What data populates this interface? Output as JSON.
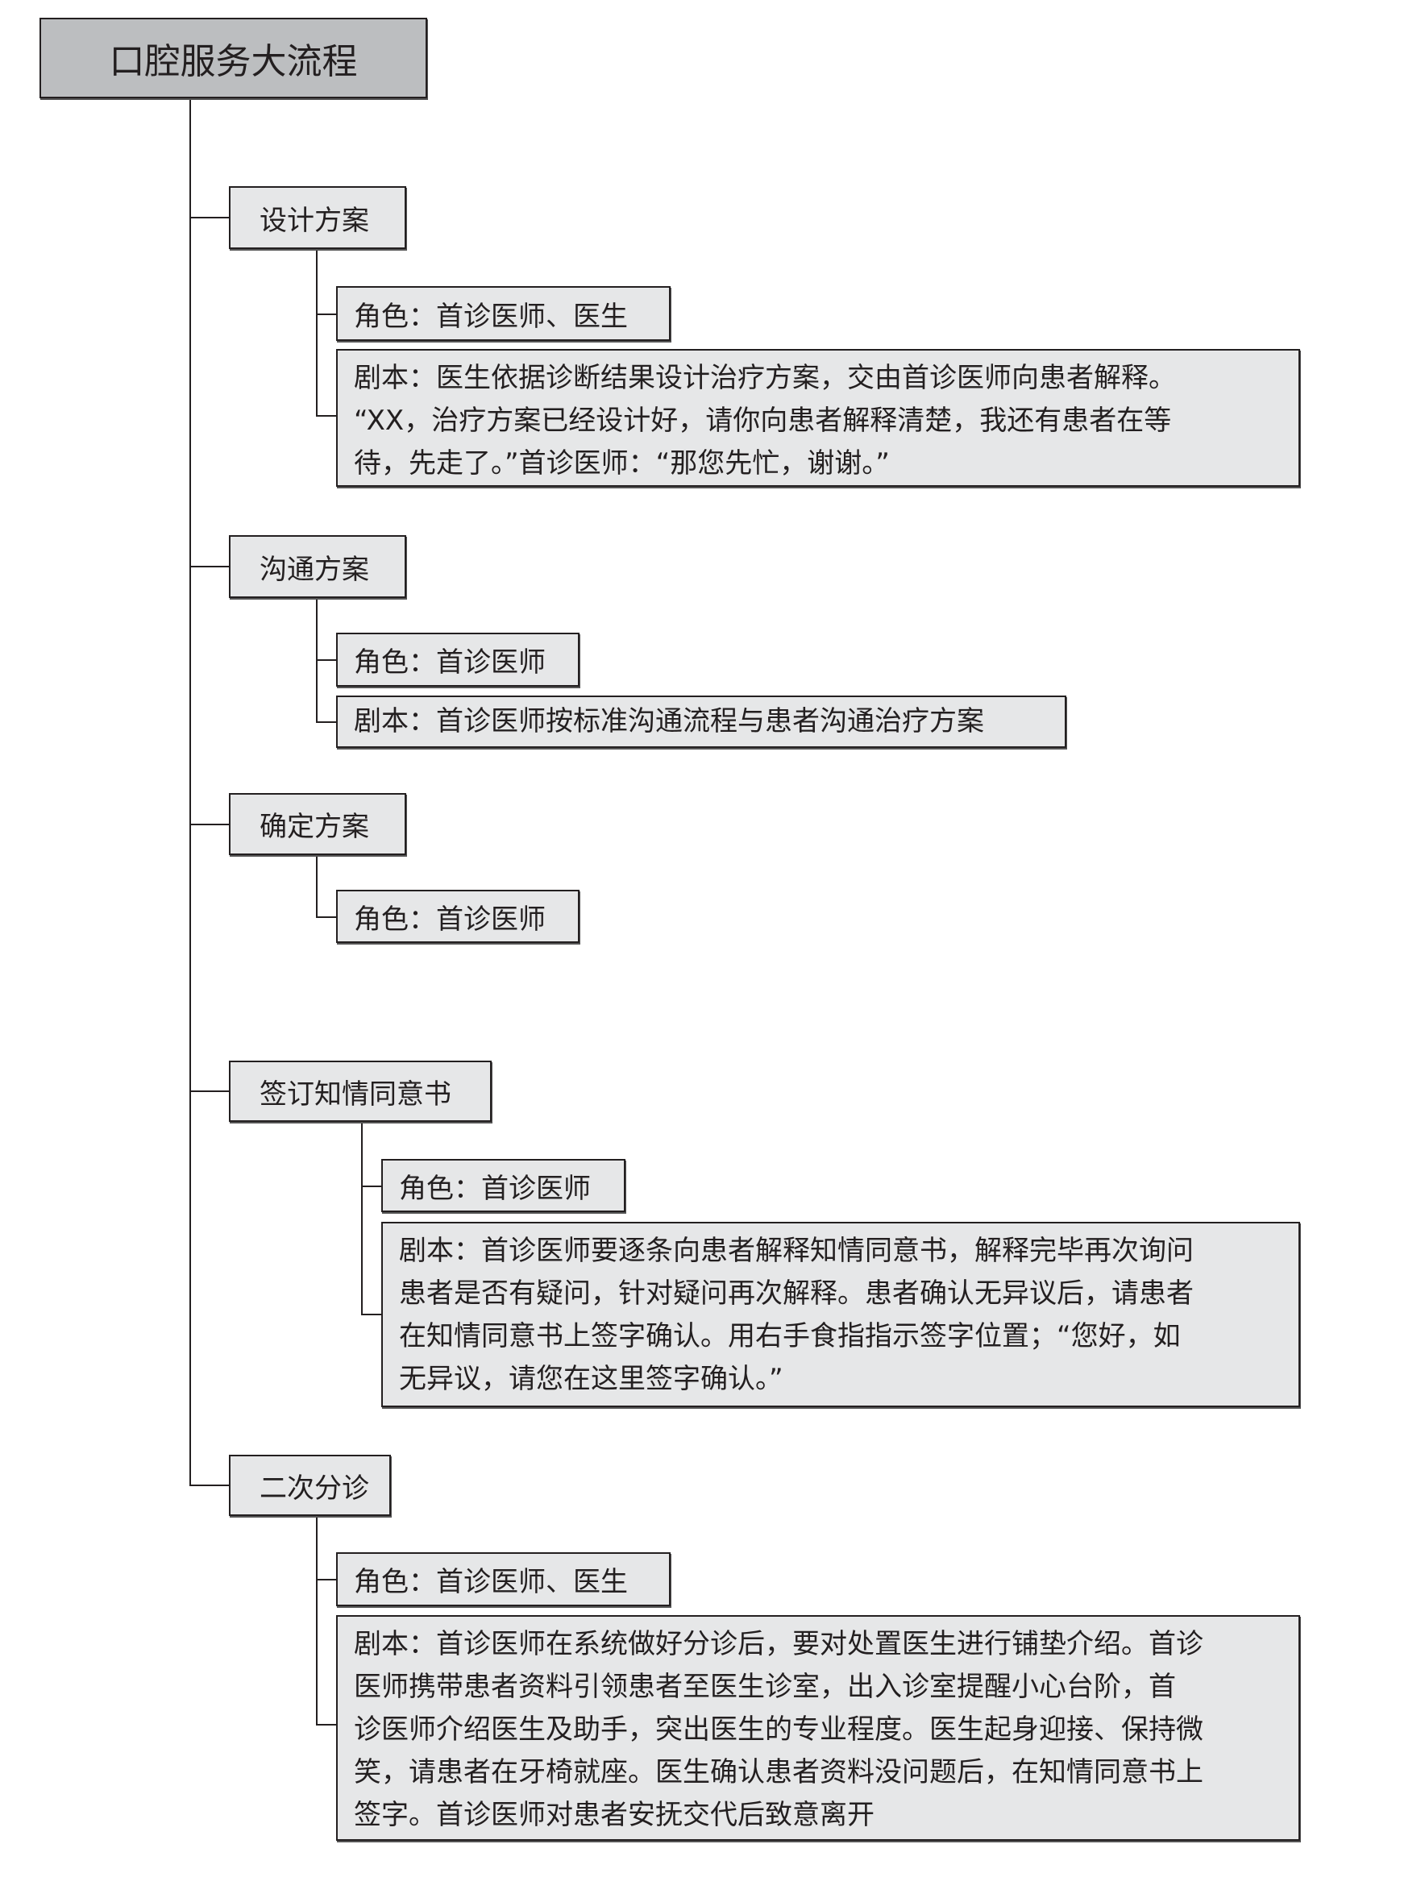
{
  "title": "口腔服务大流程",
  "sections": [
    {
      "name": "设计方案",
      "role": "角色：首诊医师、医生",
      "script": [
        "剧本：医生依据诊断结果设计治疗方案，交由首诊医师向患者解释。",
        "“XX，治疗方案已经设计好，请你向患者解释清楚，我还有患者在等",
        "待，先走了。”首诊医师：“那您先忙，谢谢。”"
      ]
    },
    {
      "name": "沟通方案",
      "role": "角色：首诊医师",
      "script": [
        "剧本：首诊医师按标准沟通流程与患者沟通治疗方案"
      ]
    },
    {
      "name": "确定方案",
      "role": "角色：首诊医师"
    },
    {
      "name": "签订知情同意书",
      "role": "角色：首诊医师",
      "script": [
        "剧本：首诊医师要逐条向患者解释知情同意书，解释完毕再次询问",
        "患者是否有疑问，针对疑问再次解释。患者确认无异议后，请患者",
        "在知情同意书上签字确认。用右手食指指示签字位置；“您好，如",
        "无异议，请您在这里签字确认。”"
      ]
    },
    {
      "name": "二次分诊",
      "role": "角色：首诊医师、医生",
      "script": [
        "剧本：首诊医师在系统做好分诊后，要对处置医生进行铺垫介绍。首诊",
        "医师携带患者资料引领患者至医生诊室，出入诊室提醒小心台阶，首",
        "诊医师介绍医生及助手，突出医生的专业程度。医生起身迎接、保持微",
        "笑，请患者在牙椅就座。医生确认患者资料没问题后，在知情同意书上",
        "签字。首诊医师对患者安抚交代后致意离开"
      ]
    }
  ]
}
